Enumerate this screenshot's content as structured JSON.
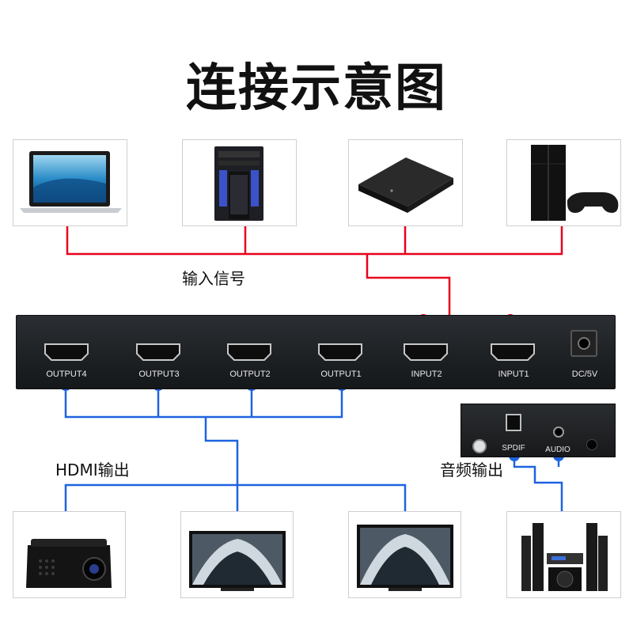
{
  "title": "连接示意图",
  "labels": {
    "input_signal": "输入信号",
    "hdmi_output": "HDMI输出",
    "audio_output": "音频输出"
  },
  "switch_ports": {
    "output4": "OUTPUT4",
    "output3": "OUTPUT3",
    "output2": "OUTPUT2",
    "output1": "OUTPUT1",
    "input2": "INPUT2",
    "input1": "INPUT1",
    "dc": "DC/5V"
  },
  "extractor_ports": {
    "spdif": "SPDIF",
    "audio": "AUDIO"
  },
  "source_devices": [
    "laptop-icon",
    "desktop-pc-icon",
    "tv-box-icon",
    "game-console-icon"
  ],
  "output_devices": [
    "projector-icon",
    "tv-monitor-icon",
    "tv-monitor-icon",
    "speaker-system-icon"
  ],
  "colors": {
    "input_wire": "#e8001c",
    "output_wire": "#1e63e0"
  }
}
